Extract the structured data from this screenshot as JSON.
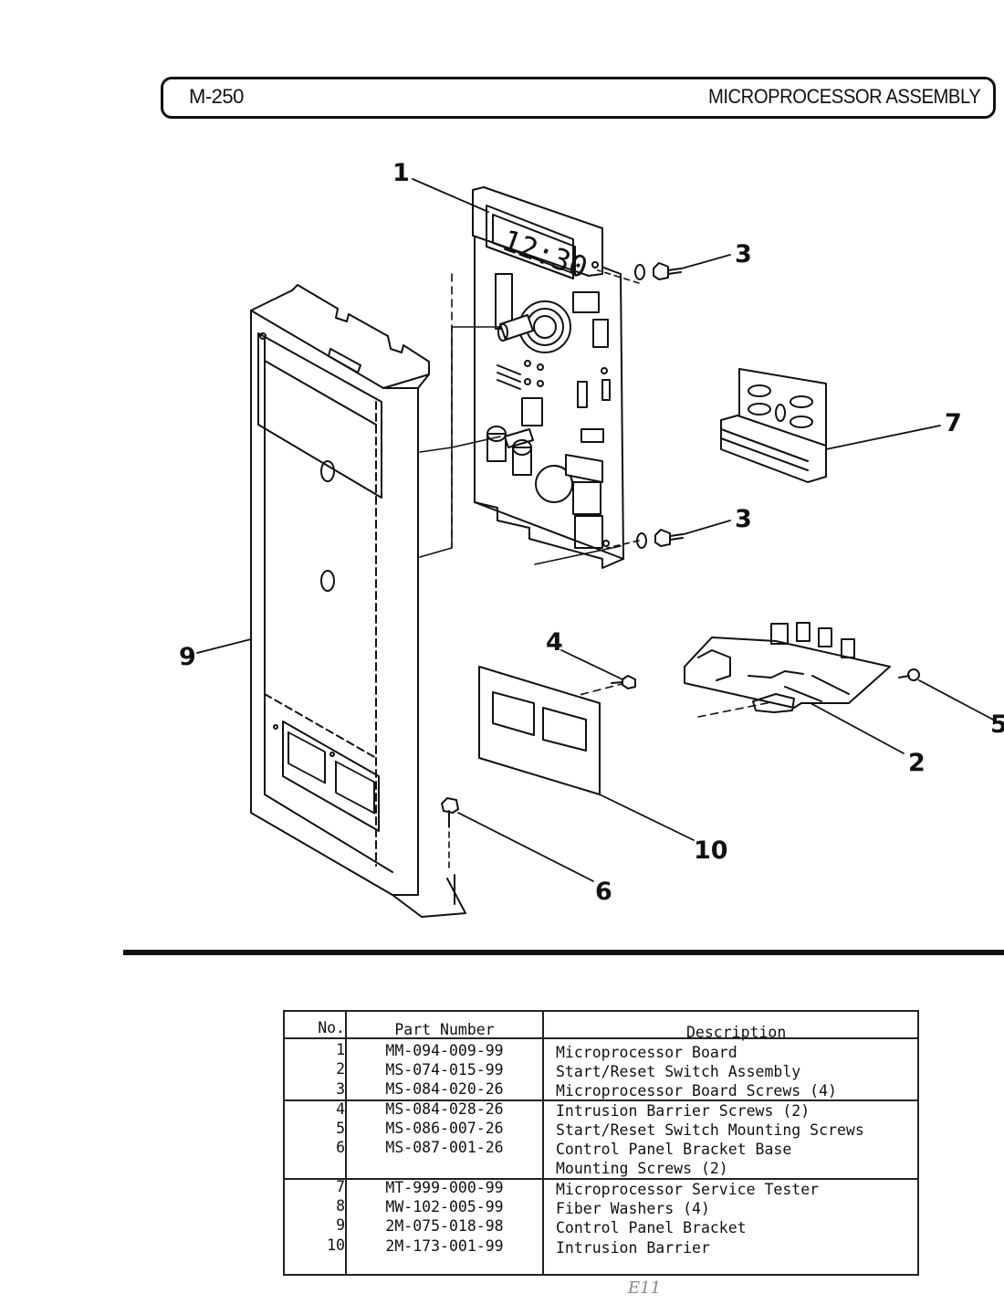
{
  "header": {
    "model": "M-250",
    "title": "MICROPROCESSOR ASSEMBLY"
  },
  "callouts": [
    "1",
    "3",
    "7",
    "3",
    "4",
    "5",
    "2",
    "9",
    "10",
    "6"
  ],
  "display_text": "12:30",
  "parts_table": {
    "headers": {
      "no": "No.",
      "part_number": "Part Number",
      "description": "Description"
    },
    "rows": [
      {
        "no": "1",
        "part_number": "MM-094-009-99",
        "description": "Microprocessor Board"
      },
      {
        "no": "2",
        "part_number": "MS-074-015-99",
        "description": "Start/Reset Switch Assembly"
      },
      {
        "no": "3",
        "part_number": "MS-084-020-26",
        "description": "Microprocessor Board Screws (4)"
      },
      {
        "no": "4",
        "part_number": "MS-084-028-26",
        "description": "Intrusion Barrier Screws (2)"
      },
      {
        "no": "5",
        "part_number": "MS-086-007-26",
        "description": "Start/Reset Switch Mounting Screws"
      },
      {
        "no": "6",
        "part_number": "MS-087-001-26",
        "description": "Control Panel Bracket Base"
      },
      {
        "no": "",
        "part_number": "",
        "description": "Mounting Screws (2)"
      },
      {
        "no": "7",
        "part_number": "MT-999-000-99",
        "description": "Microprocessor Service Tester"
      },
      {
        "no": "8",
        "part_number": "MW-102-005-99",
        "description": "Fiber Washers (4)"
      },
      {
        "no": "9",
        "part_number": "2M-075-018-98",
        "description": "Control Panel Bracket"
      },
      {
        "no": "10",
        "part_number": "2M-173-001-99",
        "description": "Intrusion Barrier"
      }
    ]
  },
  "footer_mark": "E11"
}
